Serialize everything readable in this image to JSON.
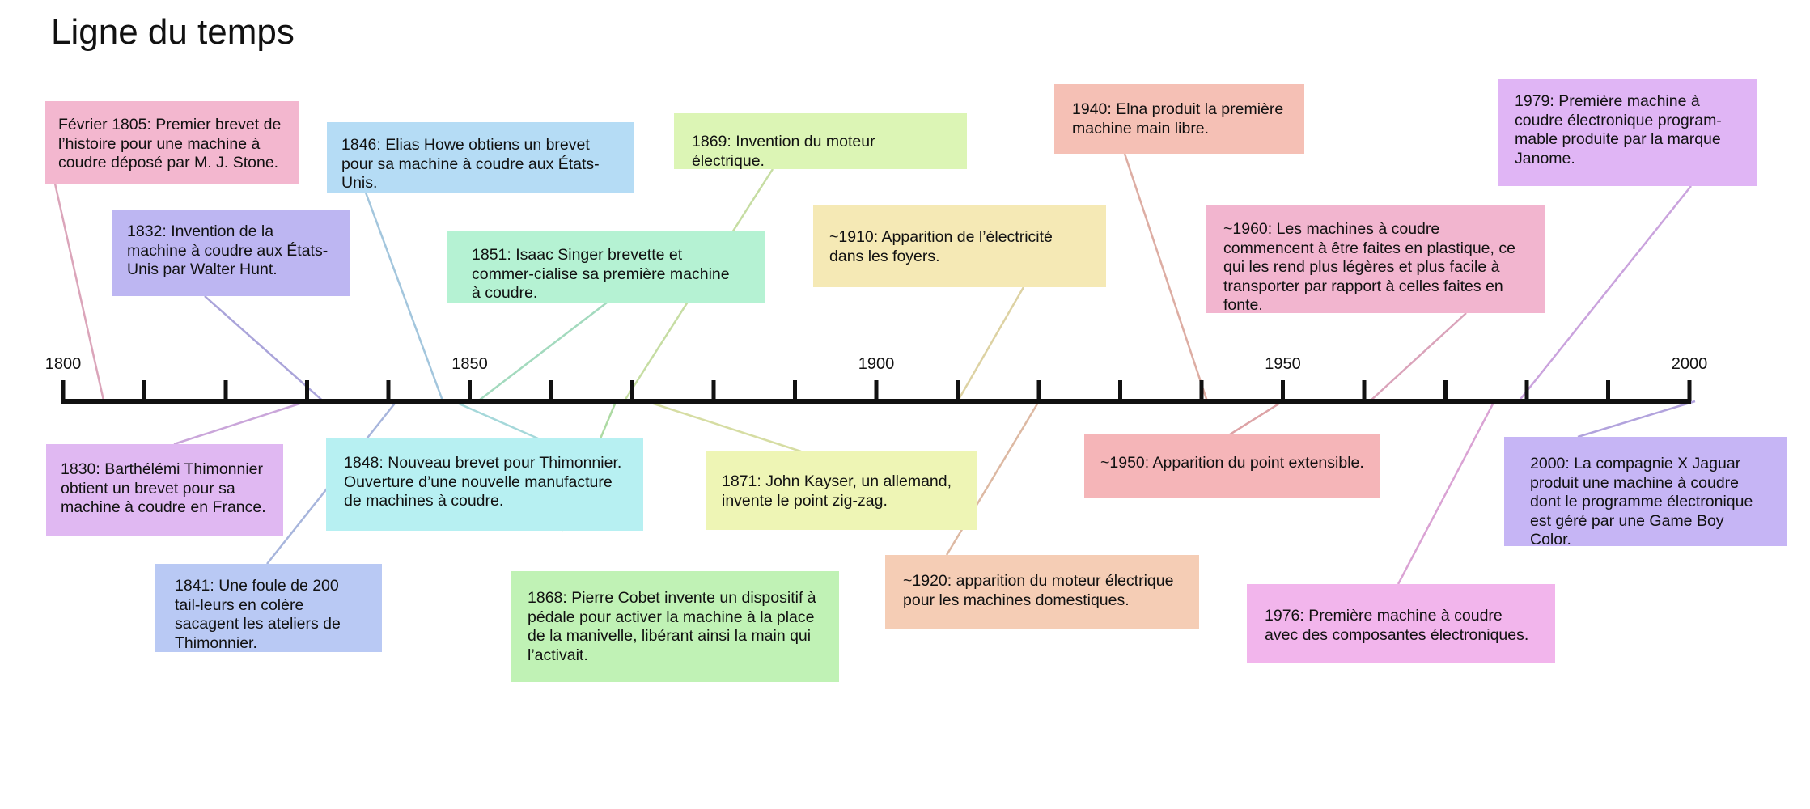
{
  "title": "Ligne du temps",
  "axis": {
    "start": 1800,
    "end": 2000,
    "tick_step": 10,
    "labels": [
      "1800",
      "1850",
      "1900",
      "1950",
      "2000"
    ]
  },
  "events": [
    {
      "year": 1805,
      "text": "Février 1805: Premier brevet de l’histoire pour une machine à coudre déposé par M. J. Stone.",
      "color": "#f3b7cf"
    },
    {
      "year": 1832,
      "text": "1832: Invention de la machine à coudre aux États-Unis par Walter Hunt.",
      "color": "#bdb6f2"
    },
    {
      "year": 1830,
      "text": "1830: Barthélémi Thimonnier obtient un brevet pour sa machine à coudre en France.",
      "color": "#e0b8f2"
    },
    {
      "year": 1841,
      "text": "1841: Une foule de 200 tail-leurs en colère sacagent les ateliers de Thimonnier.",
      "color": "#b9c9f4"
    },
    {
      "year": 1846,
      "text": "1846: Elias Howe obtiens un brevet pour sa machine à coudre aux États-Unis.",
      "color": "#b5dcf5"
    },
    {
      "year": 1848,
      "text": "1848: Nouveau brevet pour Thimonnier. Ouverture d’une nouvelle manufacture de machines à coudre.",
      "color": "#b7f0f2"
    },
    {
      "year": 1851,
      "text": "1851: Isaac Singer brevette et commer-cialise sa première machine à coudre.",
      "color": "#b5f2d3"
    },
    {
      "year": 1868,
      "text": "1868: Pierre Cobet invente un dispositif à pédale pour activer la machine à la place de la manivelle, libérant ainsi la main qui l’activait.",
      "color": "#c0f2b5"
    },
    {
      "year": 1869,
      "text": "1869: Invention du moteur électrique.",
      "color": "#dcf5b5"
    },
    {
      "year": 1871,
      "text": "1871: John Kayser, un allemand, invente le point zig-zag.",
      "color": "#eef5b5"
    },
    {
      "year": 1910,
      "text": "~1910: Apparition de l’électricité dans les foyers.",
      "color": "#f5e9b5"
    },
    {
      "year": 1920,
      "text": "~1920: apparition du moteur électrique pour les machines domestiques.",
      "color": "#f5cdb5"
    },
    {
      "year": 1940,
      "text": "1940: Elna produit la première machine main libre.",
      "color": "#f5c0b5"
    },
    {
      "year": 1950,
      "text": "~1950: Apparition du point extensible.",
      "color": "#f5b5b8"
    },
    {
      "year": 1960,
      "text": "~1960: Les machines à coudre commencent à être faites en plastique, ce qui les rend plus légères et plus facile à transporter par rapport à celles faites en fonte.",
      "color": "#f2b5cf"
    },
    {
      "year": 1976,
      "text": "1976: Première machine à coudre avec des composantes électroniques.",
      "color": "#f2b5ec"
    },
    {
      "year": 1979,
      "text": "1979: Première machine à coudre électronique program-mable produite par la marque Janome.",
      "color": "#e0b5f5"
    },
    {
      "year": 2000,
      "text": "2000: La compagnie X Jaguar produit une machine à coudre dont le programme électronique est géré par une Game Boy Color.",
      "color": "#c6b5f5"
    }
  ]
}
